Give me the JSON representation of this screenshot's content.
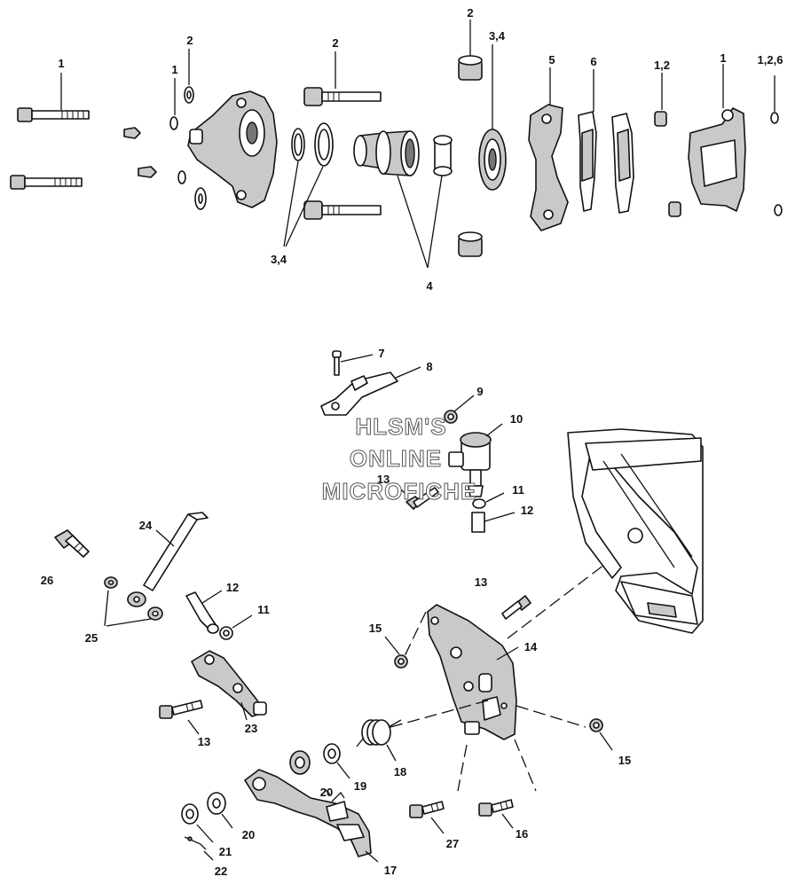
{
  "watermark": {
    "line1": "HLSM'S",
    "line2": "ONLINE",
    "line3": "MICROFICHE"
  },
  "callouts": [
    {
      "id": "c1a",
      "text": "1"
    },
    {
      "id": "c2a",
      "text": "2"
    },
    {
      "id": "c1b",
      "text": "1"
    },
    {
      "id": "c2b",
      "text": "2"
    },
    {
      "id": "c2c",
      "text": "2"
    },
    {
      "id": "c34a",
      "text": "3,4"
    },
    {
      "id": "c5",
      "text": "5"
    },
    {
      "id": "c6",
      "text": "6"
    },
    {
      "id": "c12a",
      "text": "1,2"
    },
    {
      "id": "c1c",
      "text": "1"
    },
    {
      "id": "c126",
      "text": "1,2,6"
    },
    {
      "id": "c34b",
      "text": "3,4"
    },
    {
      "id": "c4",
      "text": "4"
    },
    {
      "id": "c7",
      "text": "7"
    },
    {
      "id": "c8",
      "text": "8"
    },
    {
      "id": "c9",
      "text": "9"
    },
    {
      "id": "c10",
      "text": "10"
    },
    {
      "id": "c13a",
      "text": "13"
    },
    {
      "id": "c11a",
      "text": "11"
    },
    {
      "id": "c12b",
      "text": "12"
    },
    {
      "id": "c24",
      "text": "24"
    },
    {
      "id": "c26",
      "text": "26"
    },
    {
      "id": "c12c",
      "text": "12"
    },
    {
      "id": "c11b",
      "text": "11"
    },
    {
      "id": "c25",
      "text": "25"
    },
    {
      "id": "c13b",
      "text": "13"
    },
    {
      "id": "c15a",
      "text": "15"
    },
    {
      "id": "c14",
      "text": "14"
    },
    {
      "id": "c13c",
      "text": "13"
    },
    {
      "id": "c23",
      "text": "23"
    },
    {
      "id": "c18",
      "text": "18"
    },
    {
      "id": "c15b",
      "text": "15"
    },
    {
      "id": "c19",
      "text": "19"
    },
    {
      "id": "c20a",
      "text": "20"
    },
    {
      "id": "c20b",
      "text": "20"
    },
    {
      "id": "c21",
      "text": "21"
    },
    {
      "id": "c22",
      "text": "22"
    },
    {
      "id": "c17",
      "text": "17"
    },
    {
      "id": "c27",
      "text": "27"
    },
    {
      "id": "c16",
      "text": "16"
    }
  ]
}
